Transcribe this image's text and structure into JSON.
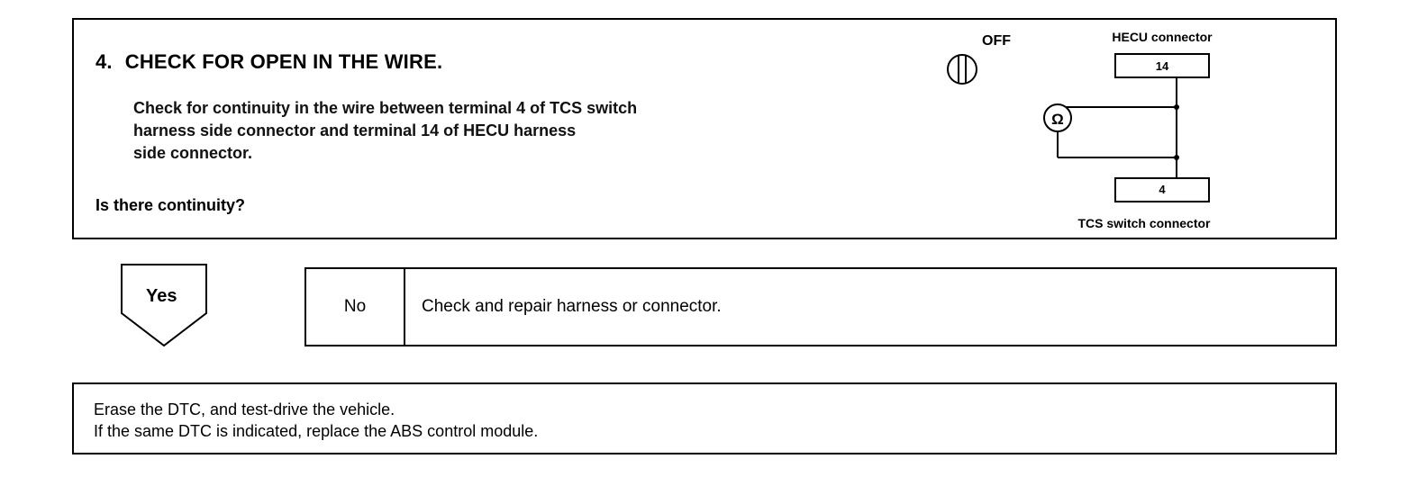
{
  "step": {
    "number": "4.",
    "title": "CHECK FOR OPEN IN THE WIRE.",
    "description_lines": [
      "Check for continuity in the wire between terminal 4 of TCS switch",
      "harness side connector and terminal 14 of HECU harness",
      "side connector."
    ],
    "question": "Is there continuity?"
  },
  "diagram": {
    "ignition_label": "OFF",
    "hecu_connector_label": "HECU connector",
    "hecu_terminal": "14",
    "ohmmeter_symbol": "Ω",
    "tcs_terminal": "4",
    "tcs_connector_label": "TCS switch connector"
  },
  "yes": {
    "label": "Yes"
  },
  "no": {
    "label": "No",
    "text": "Check and repair harness or connector."
  },
  "final": {
    "lines": [
      "Erase the DTC, and test-drive the vehicle.",
      "If the same DTC is indicated, replace the ABS control module."
    ]
  }
}
